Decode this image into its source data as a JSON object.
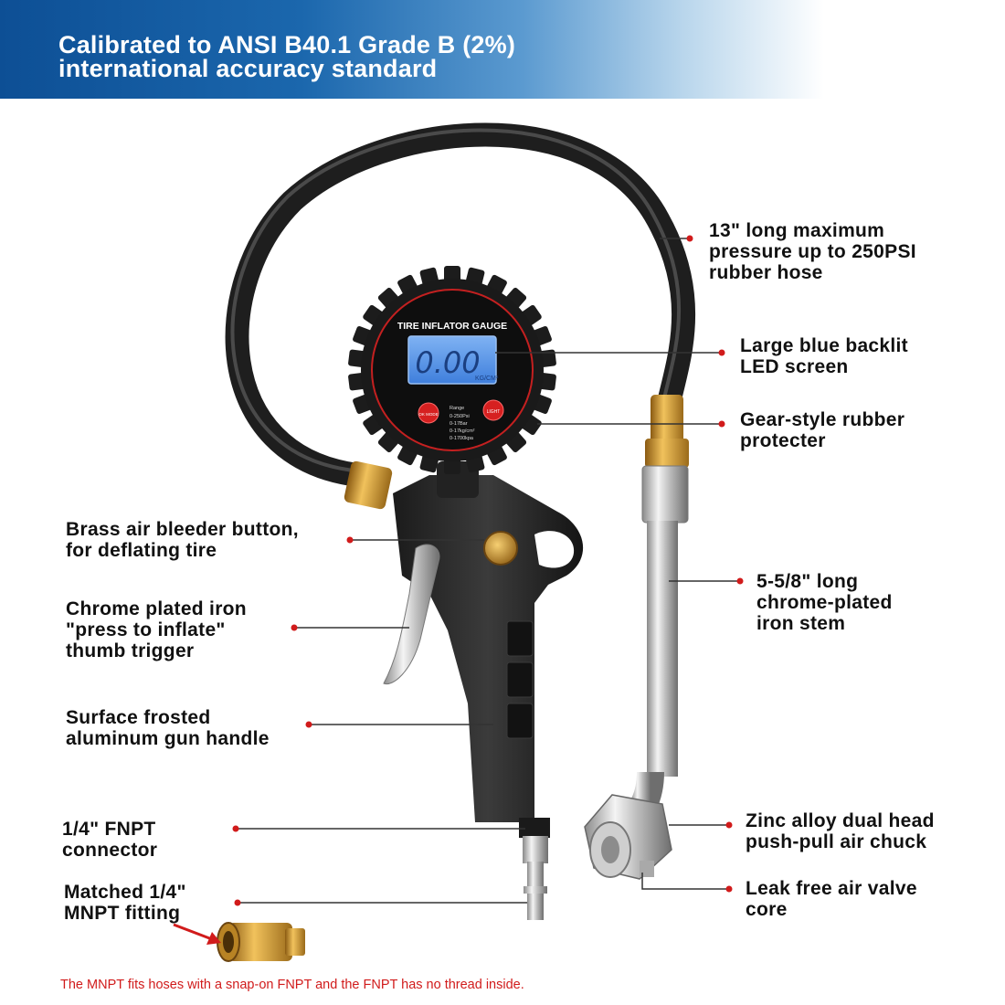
{
  "banner": {
    "line1": "Calibrated to ANSI B40.1 Grade B (2%)",
    "line2": "international accuracy standard"
  },
  "gauge": {
    "title": "TIRE INFLATOR GAUGE",
    "reading": "0.00",
    "unit": "KG/CM²",
    "mode_button": "OK MODE",
    "light_button": "LIGHT",
    "range_title": "Range",
    "range_lines": [
      "0-250Psi",
      "0-17Bar",
      "0-17kg/cm²",
      "0-1700kpa"
    ]
  },
  "callouts": {
    "hose": [
      "13\" long maximum",
      "pressure up to 250PSI",
      "rubber hose"
    ],
    "screen": [
      "Large blue backlit",
      "LED screen"
    ],
    "protector": [
      "Gear-style rubber",
      "protecter"
    ],
    "bleeder": [
      "Brass air bleeder button,",
      "for deflating tire"
    ],
    "trigger": [
      "Chrome plated iron",
      "\"press to inflate\"",
      "thumb trigger"
    ],
    "handle": [
      "Surface frosted",
      "aluminum gun handle"
    ],
    "stem": [
      "5-5/8\" long",
      "chrome-plated",
      "iron stem"
    ],
    "fnpt": [
      "1/4\" FNPT",
      "connector"
    ],
    "chuck": [
      "Zinc alloy dual head",
      "push-pull air chuck"
    ],
    "mnpt": [
      "Matched 1/4\"",
      "MNPT fitting"
    ],
    "valve": [
      "Leak free air valve",
      "core"
    ]
  },
  "footnote": "The MNPT fits hoses with a snap-on FNPT and the FNPT has no thread inside.",
  "colors": {
    "banner_blue": "#0d4f95",
    "callout_dot": "#d11b1b",
    "lcd_blue": "#4f8ee6",
    "button_red": "#d62020"
  }
}
